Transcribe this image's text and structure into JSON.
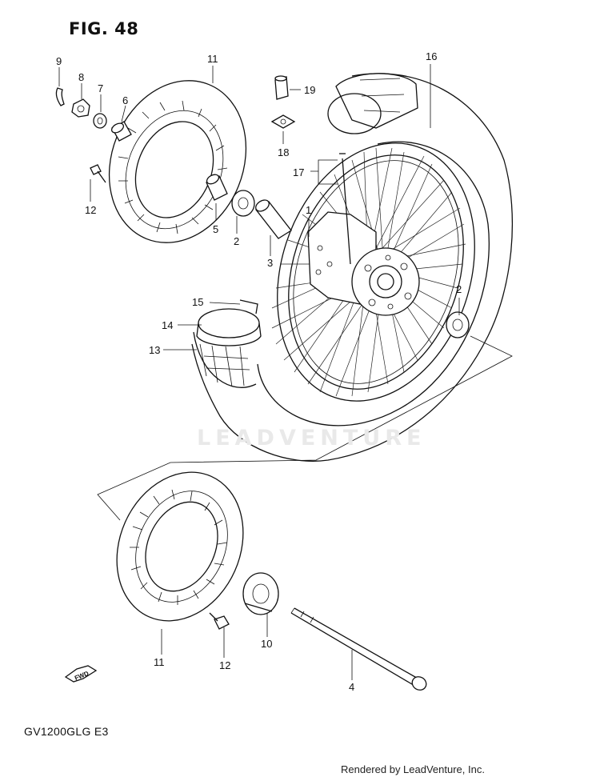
{
  "figure": {
    "title": "FIG. 48"
  },
  "watermark": "LEADVENTURE",
  "footer": {
    "model": "GV1200GLG E3",
    "credit": "Rendered by LeadVenture, Inc."
  },
  "fwd_label": "FWD",
  "callouts": {
    "c9": "9",
    "c8": "8",
    "c7": "7",
    "c6": "6",
    "c11_top": "11",
    "c12_top": "12",
    "c5": "5",
    "c2_left": "2",
    "c3": "3",
    "c19": "19",
    "c18": "18",
    "c17": "17",
    "c16": "16",
    "c1": "1",
    "c2_right": "2",
    "c15": "15",
    "c14": "14",
    "c13": "13",
    "c11_bottom": "11",
    "c12_bottom": "12",
    "c10": "10",
    "c4": "4"
  }
}
